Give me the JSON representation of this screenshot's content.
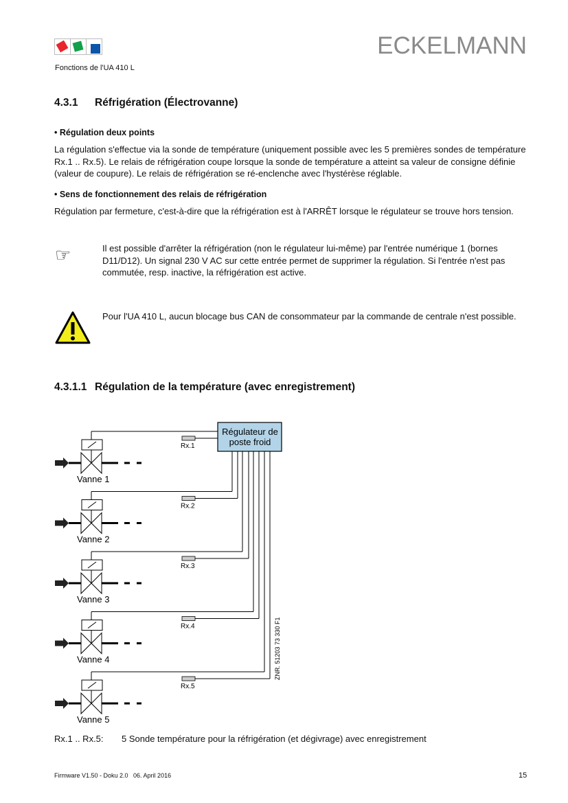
{
  "header": {
    "brand": "ECKELMANN",
    "subtitle": "Fonctions de l'UA 410 L"
  },
  "section": {
    "number": "4.3.1",
    "title": "Réfrigération (Électrovanne)"
  },
  "bullet1": {
    "title": "•  Régulation deux points",
    "text": "La régulation s'effectue via la sonde de température (uniquement possible avec les 5 premières sondes de température Rx.1 .. Rx.5). Le relais de réfrigération coupe lorsque la sonde de température a atteint sa valeur de consigne définie (valeur de coupure). Le relais de réfrigération se ré-enclenche avec l'hystérèse réglable."
  },
  "bullet2": {
    "title": "•  Sens de fonctionnement des relais de réfrigération",
    "text": "Régulation par fermeture, c'est-à-dire que la réfrigération est à l'ARRÊT lorsque le régulateur se trouve hors tension."
  },
  "note": {
    "icon": "pointing-hand-icon",
    "text": "Il est possible d'arrêter la réfrigération (non le régulateur lui-même) par l'entrée numérique 1 (bornes D11/D12). Un signal 230 V AC sur cette entrée permet de supprimer la régulation. Si l'entrée n'est pas commutée, resp. inactive, la réfrigération est active."
  },
  "warning": {
    "icon": "warning-triangle-icon",
    "text": "Pour l'UA 410 L, aucun blocage bus CAN de consommateur par la commande de centrale n'est possible."
  },
  "subsection": {
    "number": "4.3.1.1",
    "title": "Régulation de la température (avec enregistrement)"
  },
  "diagram": {
    "controller_line1": "Régulateur de",
    "controller_line2": "poste froid",
    "controller_color": "#b3d4e8",
    "sensors": [
      "Rx.1",
      "Rx.2",
      "Rx.3",
      "Rx.4",
      "Rx.5"
    ],
    "valves": [
      "Vanne 1",
      "Vanne 2",
      "Vanne 3",
      "Vanne 4",
      "Vanne 5"
    ],
    "ref": "ZNR. 51203 73 330 F1"
  },
  "legend": {
    "key": "Rx.1 .. Rx.5:",
    "text": "5 Sonde température pour la réfrigération (et dégivrage) avec enregistrement"
  },
  "footer": {
    "left": "Firmware V1.50 - Doku 2.0   06. April 2016",
    "page": "15"
  }
}
